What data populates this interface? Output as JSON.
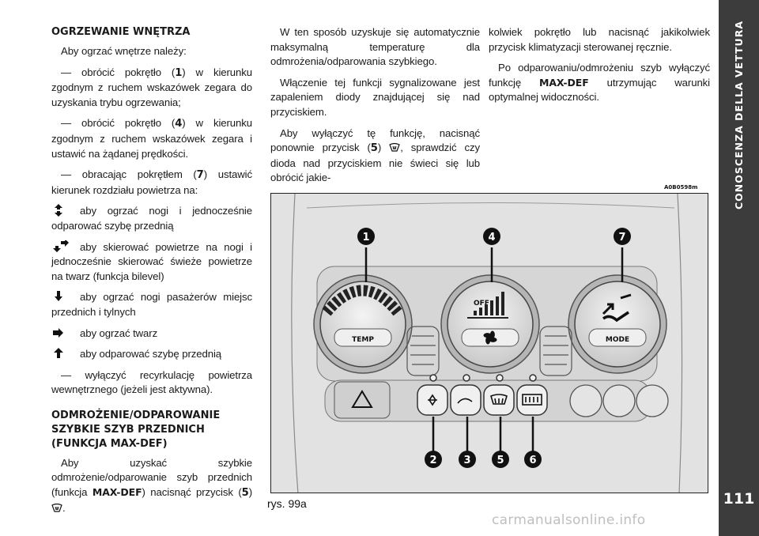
{
  "sidebar": {
    "section_title": "CONOSCENZA DELLA VETTURA",
    "page_number": "111"
  },
  "col1": {
    "heading1": "OGRZEWANIE WNĘTRZA",
    "p_intro": "Aby ogrzać wnętrze należy:",
    "p_step1_a": "— obrócić pokrętło (",
    "p_step1_num": "1",
    "p_step1_b": ") w kierunku zgodnym z ruchem wskazówek zegara do uzyskania trybu ogrzewania;",
    "p_step2_a": "— obrócić pokrętło (",
    "p_step2_num": "4",
    "p_step2_b": ") w kierunku zgodnym z ruchem wskazówek zegara i ustawić na żądanej prędkości.",
    "p_step3_a": "— obracając pokrętłem (",
    "p_step3_num": "7",
    "p_step3_b": ") ustawić kierunek rozdziału powietrza na:",
    "opt1": "aby ogrzać nogi i jednocześnie odparować szybę przednią",
    "opt2": "aby skierować powietrze na nogi i jednocześnie skierować świeże powietrze na twarz (funkcja bilevel)",
    "opt3": "aby ogrzać nogi pasażerów miejsc przednich i tylnych",
    "opt4": "aby ogrzać twarz",
    "opt5": "aby odparować szybę przednią",
    "p_step4": "— wyłączyć recyrkulację powietrza wewnętrznego (jeżeli jest aktywna).",
    "heading2": "ODMROŻENIE/ODPAROWANIE SZYBKIE SZYB PRZEDNICH (FUNKCJA MAX-DEF)",
    "p_maxdef_a": "Aby uzyskać szybkie odmrożenie/odparowanie szyb przednich (funkcja ",
    "p_maxdef_bold": "MAX-DEF",
    "p_maxdef_b": ") nacisnąć przycisk (",
    "p_maxdef_num": "5",
    "p_maxdef_c": ")",
    "p_maxdef_d": "."
  },
  "col2": {
    "p1": "W ten sposób uzyskuje się automatycznie maksymalną temperaturę dla odmrożenia/odparowania szybkiego.",
    "p2": "Włączenie tej funkcji sygnalizowane jest zapaleniem diody znajdującej się nad przyciskiem.",
    "p3_a": "Aby wyłączyć tę funkcję, nacisnąć ponownie przycisk (",
    "p3_num": "5",
    "p3_b": ")",
    "p3_c": ", sprawdzić czy dioda nad przyciskiem nie świeci się lub obrócić jakie-"
  },
  "col3": {
    "p1": "kolwiek pokrętło lub nacisnąć jakikolwiek przycisk klimatyzacji sterowanej ręcznie.",
    "p2_a": "Po odparowaniu/odmrożeniu szyb wyłączyć funkcję ",
    "p2_bold": "MAX-DEF",
    "p2_b": " utrzymując warunki optymalnej widoczności."
  },
  "figure": {
    "code": "A0B0598m",
    "caption": "rys. 99a",
    "callouts": [
      "1",
      "4",
      "7",
      "2",
      "3",
      "5",
      "6"
    ],
    "knob1_label": "TEMP",
    "knob2_label": "OFF",
    "knob3_label": "MODE"
  },
  "watermark": "carmanualsonline.info"
}
